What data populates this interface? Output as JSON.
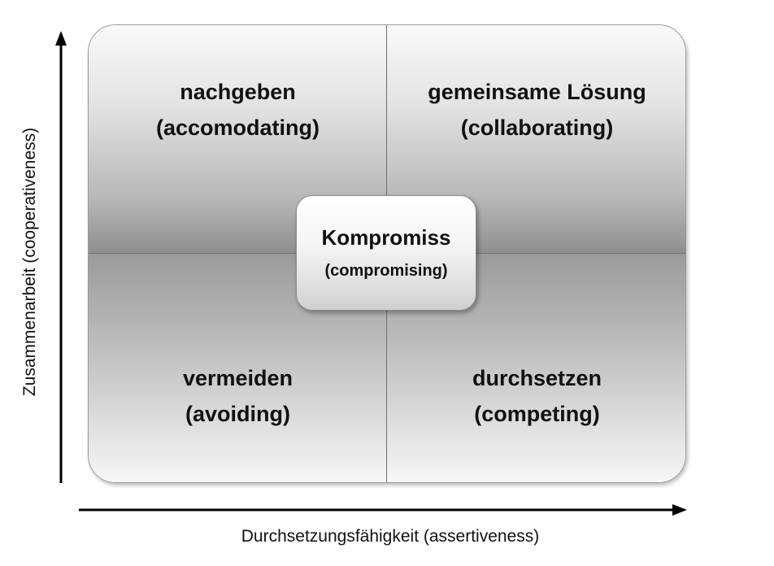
{
  "axes": {
    "y_label": "Zusammenarbeit (cooperativeness)",
    "x_label": "Durchsetzungsfähigkeit (assertiveness)"
  },
  "quadrants": {
    "top_left": {
      "title": "nachgeben",
      "subtitle": "(accomodating)"
    },
    "top_right": {
      "title": "gemeinsame Lösung",
      "subtitle": "(collaborating)"
    },
    "bottom_left": {
      "title": "vermeiden",
      "subtitle": "(avoiding)"
    },
    "bottom_right": {
      "title": "durchsetzen",
      "subtitle": "(competing)"
    }
  },
  "center": {
    "title": "Kompromiss",
    "subtitle": "(compromising)"
  }
}
